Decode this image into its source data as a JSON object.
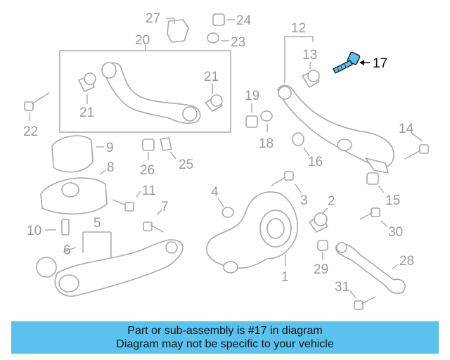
{
  "callouts": {
    "c1": "1",
    "c2": "2",
    "c3": "3",
    "c4": "4",
    "c5": "5",
    "c6": "6",
    "c7": "7",
    "c8": "8",
    "c9": "9",
    "c10": "10",
    "c11": "11",
    "c12": "12",
    "c13": "13",
    "c14": "14",
    "c15": "15",
    "c16": "16",
    "c17": "17",
    "c18": "18",
    "c19": "19",
    "c20": "20",
    "c21a": "21",
    "c21b": "21",
    "c22": "22",
    "c23": "23",
    "c24": "24",
    "c25": "25",
    "c26": "26",
    "c27": "27",
    "c28": "28",
    "c29": "29",
    "c30": "30",
    "c31": "31"
  },
  "highlighted_part": "17",
  "colors": {
    "highlight": "#5bc2f0",
    "line_art": "#a8a8a8"
  },
  "caption": {
    "line1": "Part or sub-assembly is #17 in diagram",
    "line2": "Diagram may not be specific to your vehicle"
  }
}
